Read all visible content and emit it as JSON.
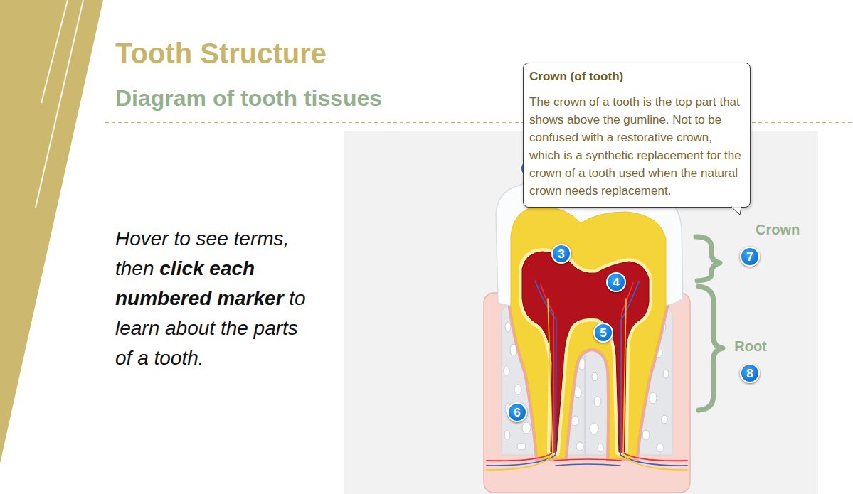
{
  "diagram": {
    "title": "Tooth Structure",
    "nodes": [
      {
        "text": [
          "Crown (of tooth)",
          "The crown of a tooth is the top part that shows above the gumline. Not to be confused with a restorative crown, which is a synthetic replacement for the crown of a tooth used when the natural crown needs replacement."
        ]
      },
      {
        "text": [
          "3"
        ]
      },
      {
        "text": [
          "4"
        ]
      },
      {
        "text": [
          "5"
        ]
      },
      {
        "text": [
          "6"
        ]
      },
      {
        "text": [
          "7"
        ]
      },
      {
        "text": [
          "8"
        ]
      }
    ],
    "labels": [
      "Diagram of tooth tissues",
      "Hover to see terms, then",
      "click each numbered marker",
      "to learn about the parts of a tooth.",
      "Crown",
      "Root"
    ]
  }
}
